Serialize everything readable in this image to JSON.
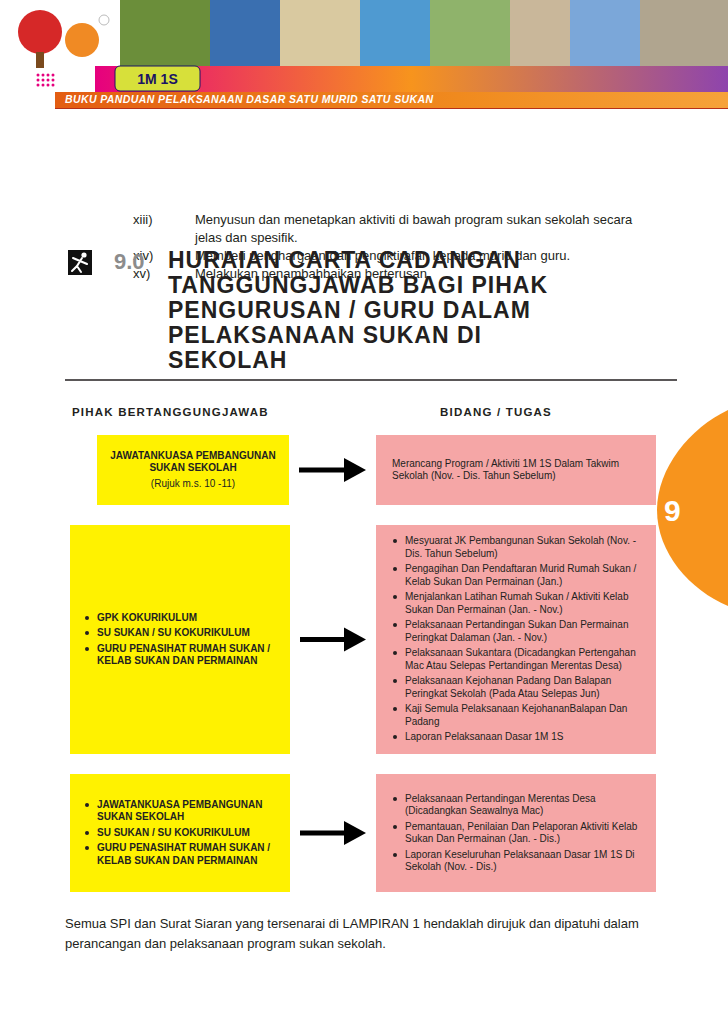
{
  "diagram": {
    "title": "HURAIAN CARTA CADANGAN TANGGUNGJAWAB BAGI PIHAK PENGURUSAN / GURU DALAM PELAKSANAAN SUKAN DI SEKOLAH",
    "nodes": [
      {
        "text": [
          "JAWATANKUASA PEMBANGUNAN SUKAN SEKOLAH",
          "(Rujuk m.s. 10 -11)"
        ]
      },
      {
        "text": [
          "Merancang Program / Aktiviti 1M 1S Dalam Takwim Sekolah (Nov. - Dis. Tahun Sebelum)"
        ]
      },
      {
        "text": [
          "GPK KOKURIKULUM",
          "SU SUKAN / SU KOKURIKULUM",
          "GURU PENASIHAT RUMAH SUKAN / KELAB SUKAN DAN PERMAINAN"
        ]
      },
      {
        "text": [
          "Mesyuarat JK Pembangunan Sukan Sekolah (Nov. - Dis. Tahun Sebelum)",
          "Pengagihan Dan Pendaftaran Murid Rumah Sukan / Kelab Sukan Dan Permainan (Jan.)",
          "Menjalankan Latihan Rumah Sukan / Aktiviti Kelab Sukan Dan Permainan (Jan. - Nov.)",
          "Pelaksanaan Pertandingan Sukan Dan Permainan Peringkat Dalaman (Jan. - Nov.)",
          "Pelaksanaan Sukantara (Dicadangkan Pertengahan Mac Atau Selepas Pertandingan Merentas Desa)",
          "Pelaksanaan Kejohanan Padang Dan Balapan Peringkat Sekolah (Pada Atau Selepas Jun)",
          "Kaji Semula Pelaksanaan KejohananBalapan Dan Padang",
          "Laporan Pelaksanaan Dasar 1M 1S"
        ]
      },
      {
        "text": [
          "JAWATANKUASA PEMBANGUNAN SUKAN SEKOLAH",
          "SU SUKAN / SU KOKURIKULUM",
          "GURU PENASIHAT RUMAH SUKAN / KELAB SUKAN DAN PERMAINAN"
        ]
      },
      {
        "text": [
          "Pelaksanaan Pertandingan Merentas Desa (Dicadangkan Seawalnya Mac)",
          "Pemantauan, Penilaian Dan Pelaporan Aktiviti Kelab Sukan Dan Permainan (Jan. - Dis.)",
          "Laporan Keseluruhan Pelaksanaan Dasar 1M 1S Di Sekolah (Nov. - Dis.)"
        ]
      }
    ],
    "edges": [
      {
        "from": 0,
        "to": 1,
        "arrow": "to"
      },
      {
        "from": 2,
        "to": 3,
        "arrow": "to"
      },
      {
        "from": 4,
        "to": 5,
        "arrow": "to"
      }
    ],
    "labels": [
      "1M 1S",
      "BUKU PANDUAN PELAKSANAAN DASAR SATU MURID SATU SUKAN",
      "xiii)",
      "Menyusun dan menetapkan aktiviti di bawah program sukan sekolah secara jelas dan spesifik.",
      "xiv)",
      "Memberi penghargaan dan pengiktirafan kepada murid dan guru.",
      "xv)",
      "Melakukan penambahbaikan berterusan.",
      "9.0",
      "PIHAK BERTANGGUNGJAWAB",
      "BIDANG / TUGAS",
      "9",
      "Semua SPI dan Surat Siaran yang tersenarai di LAMPIRAN 1 hendaklah dirujuk dan dipatuhi dalam perancangan dan pelaksanaan program sukan sekolah."
    ]
  }
}
